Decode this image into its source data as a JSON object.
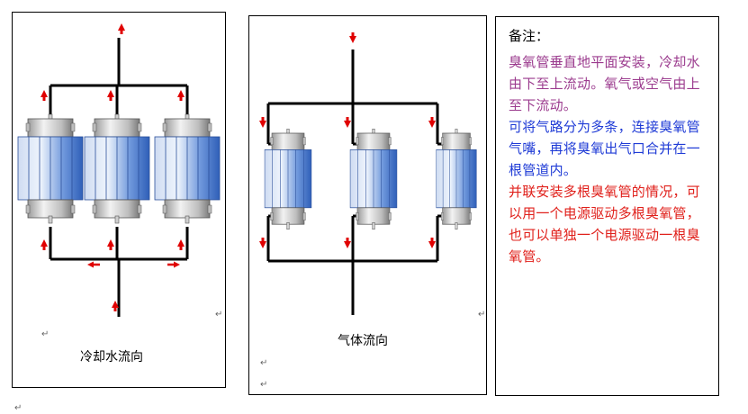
{
  "captions": {
    "cooling_water_flow": "冷却水流向",
    "gas_flow": "气体流向"
  },
  "notes": {
    "title": "备注：",
    "note1": "臭氧管垂直地平面安装，冷却水由下至上流动。氧气或空气由上至下流动。",
    "note2": "可将气路分为多条，连接臭氧管气嘴，再将臭氧出气口合并在一根管道内。",
    "note3": "并联安装多根臭氧管的情况，可以用一个电源驱动多根臭氧管，也可以单独一个电源驱动一根臭氧管。"
  },
  "marks": {
    "return": "↵"
  },
  "colors": {
    "pipe": "#000000",
    "arrow": "#e00000",
    "tube_light": "#dfe9f7",
    "tube_dark": "#3d6fc9",
    "cap_light": "#e8e8e8",
    "cap_dark": "#8a8a8a",
    "note_purple": "#9b3b8e",
    "note_blue": "#1f3bd6",
    "note_red": "#e0201b"
  }
}
